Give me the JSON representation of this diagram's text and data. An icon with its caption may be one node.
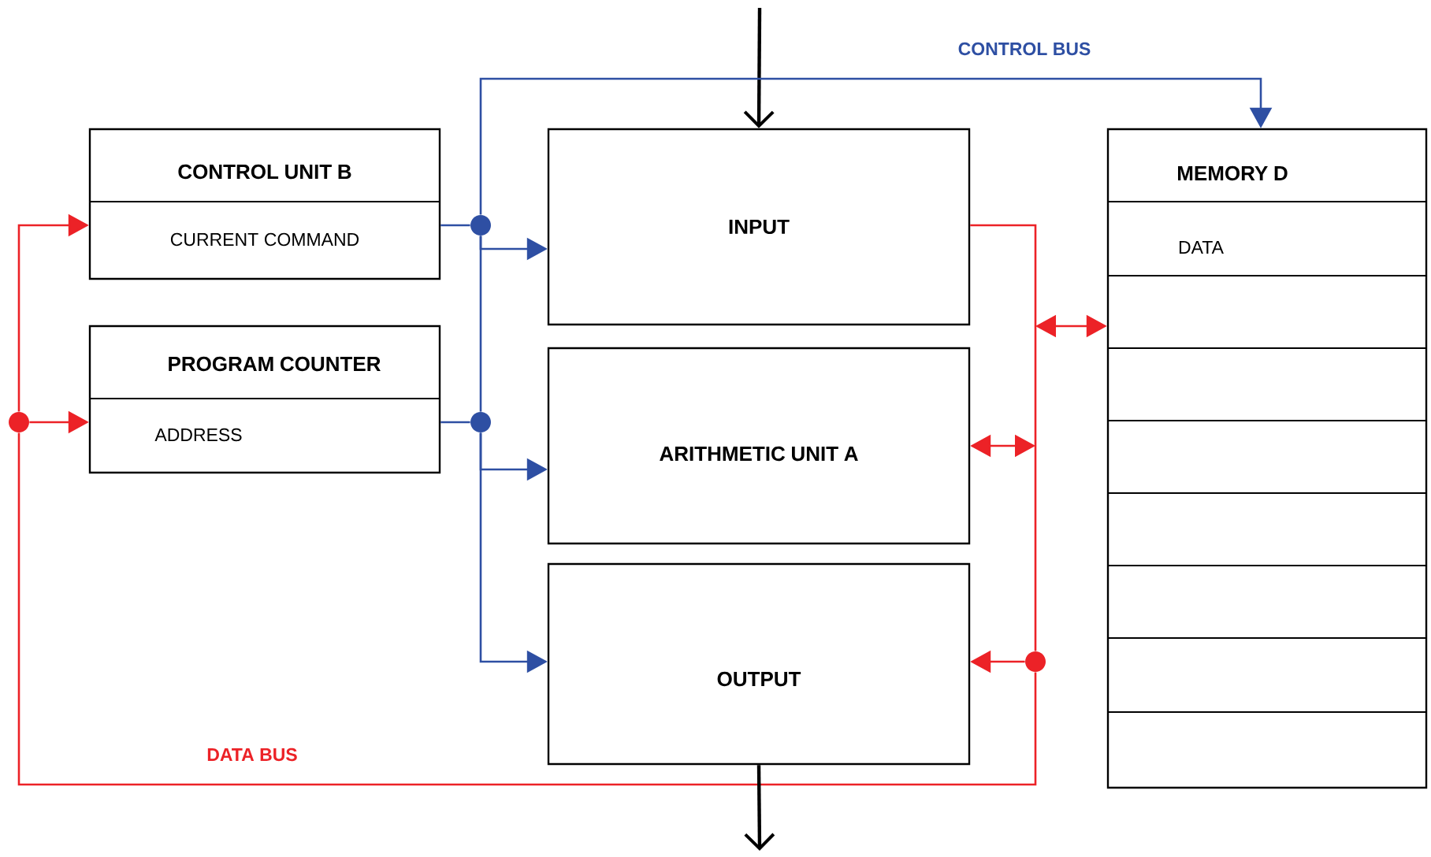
{
  "diagram": {
    "nodes": [
      {
        "text": [
          "CONTROL UNIT B",
          "CURRENT COMMAND"
        ]
      },
      {
        "text": [
          "PROGRAM COUNTER",
          "ADDRESS"
        ]
      },
      {
        "text": [
          "INPUT"
        ]
      },
      {
        "text": [
          "ARITHMETIC UNIT A"
        ]
      },
      {
        "text": [
          "OUTPUT"
        ]
      },
      {
        "text": [
          "MEMORY D",
          "DATA"
        ]
      },
      {
        "text": [],
        "shape": "circle"
      },
      {
        "text": [],
        "shape": "circle"
      },
      {
        "text": [],
        "shape": "circle"
      },
      {
        "text": [],
        "shape": "circle"
      }
    ],
    "edges": [
      {
        "from": null,
        "to": 2,
        "arrow": "to",
        "color": "#000000"
      },
      {
        "from": 0,
        "to": 7,
        "arrow": "none",
        "color": "#2e4fa3"
      },
      {
        "from": 7,
        "to": 2,
        "arrow": "to",
        "color": "#2e4fa3"
      },
      {
        "from": 7,
        "to": 8,
        "arrow": "none",
        "color": "#2e4fa3"
      },
      {
        "from": 1,
        "to": 8,
        "arrow": "none",
        "color": "#2e4fa3"
      },
      {
        "from": 8,
        "to": 3,
        "arrow": "to",
        "color": "#2e4fa3"
      },
      {
        "from": 8,
        "to": 4,
        "arrow": "to",
        "color": "#2e4fa3"
      },
      {
        "from": 7,
        "to": 5,
        "arrow": "to",
        "color": "#2e4fa3",
        "label": "CONTROL BUS"
      },
      {
        "from": 2,
        "to": 9,
        "arrow": "none",
        "color": "#ec2227"
      },
      {
        "from": 9,
        "to": 4,
        "arrow": "to",
        "color": "#ec2227"
      },
      {
        "from": 9,
        "to": 6,
        "arrow": "none",
        "color": "#ec2227",
        "label": "DATA BUS"
      },
      {
        "from": 6,
        "to": 0,
        "arrow": "to",
        "color": "#ec2227"
      },
      {
        "from": 6,
        "to": 1,
        "arrow": "to",
        "color": "#ec2227"
      },
      {
        "from": null,
        "to": 5,
        "arrow": "both",
        "color": "#ec2227"
      },
      {
        "from": 3,
        "to": null,
        "arrow": "both",
        "color": "#ec2227"
      },
      {
        "from": 4,
        "to": null,
        "arrow": "to",
        "color": "#000000"
      }
    ]
  }
}
